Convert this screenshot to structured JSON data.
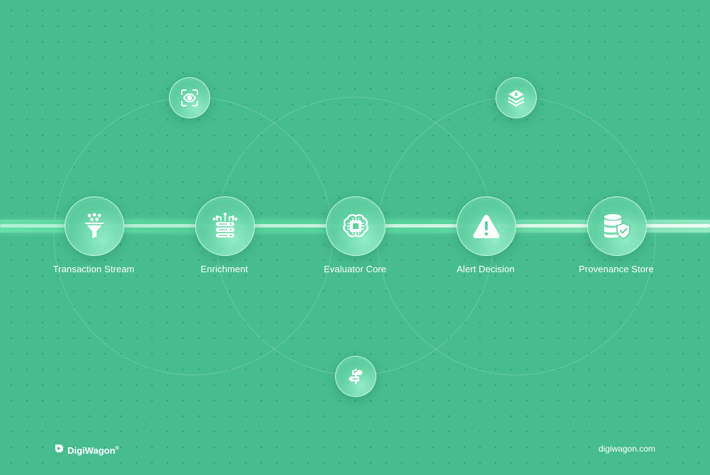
{
  "diagram": {
    "stages": [
      {
        "id": "transaction-stream",
        "label": "Transaction Stream",
        "icon": "funnel-icon"
      },
      {
        "id": "enrichment",
        "label": "Enrichment",
        "icon": "database-circuit-icon"
      },
      {
        "id": "evaluator-core",
        "label": "Evaluator Core",
        "icon": "brain-chip-icon"
      },
      {
        "id": "alert-decision",
        "label": "Alert Decision",
        "icon": "warning-icon"
      },
      {
        "id": "provenance-store",
        "label": "Provenance Store",
        "icon": "database-shield-icon"
      }
    ],
    "satellites": [
      {
        "id": "monitoring",
        "icon": "eye-scan-icon"
      },
      {
        "id": "layers",
        "icon": "layers-user-icon"
      },
      {
        "id": "routing",
        "icon": "signpost-icon"
      }
    ]
  },
  "footer": {
    "brand_name": "DigiWagon",
    "brand_mark": "®",
    "website": "digiwagon.com"
  },
  "colors": {
    "background": "#47bc8e",
    "node_fill": "#60cfa0",
    "band": "#68e0a8",
    "text": "#ffffff"
  }
}
